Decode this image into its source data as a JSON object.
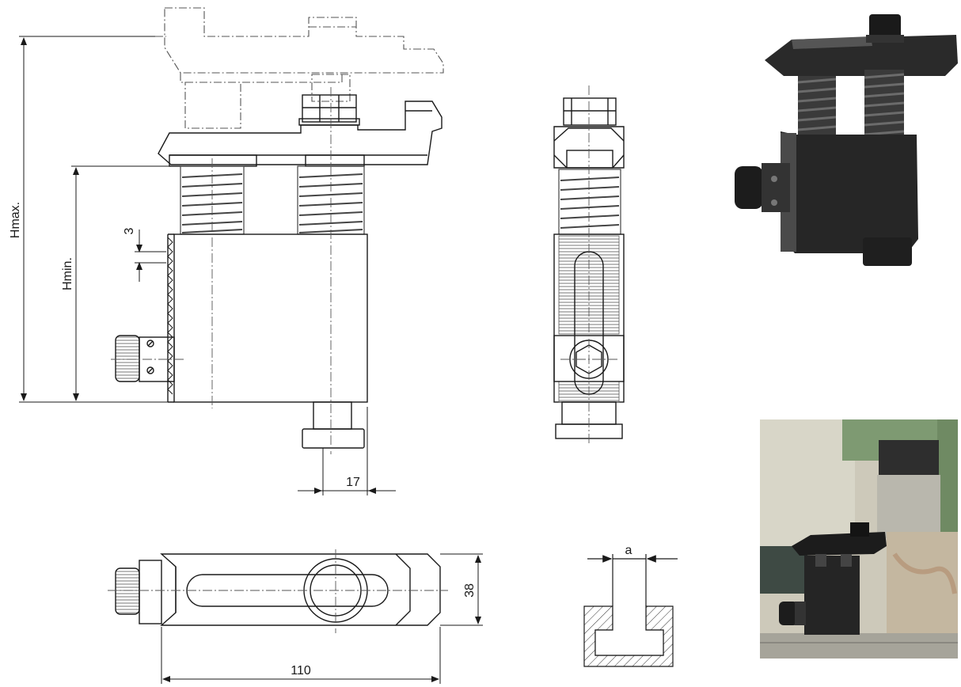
{
  "dimensions": {
    "hmax": "Hmax.",
    "hmin": "Hmin.",
    "three": "3",
    "seventeen": "17",
    "thirtyeight": "38",
    "onehundredten": "110",
    "slot_a": "a"
  },
  "colors": {
    "line": "#1a1a1a",
    "hidden_line": "#555555",
    "spring": "#444444",
    "metal_dark": "#1c1c1c",
    "metal_mid": "#3a3a3a",
    "workshop_bg": "#c9c5b6",
    "machine_green": "#7e9a72"
  }
}
